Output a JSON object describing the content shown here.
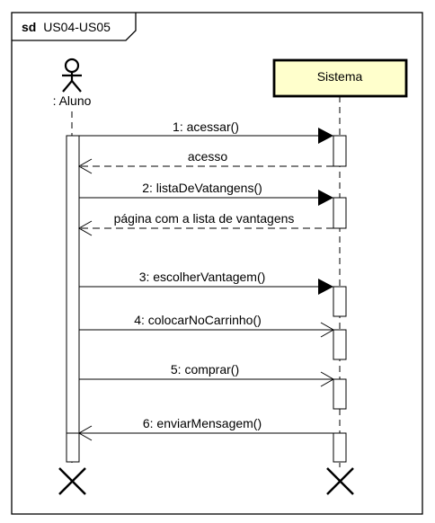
{
  "frame": {
    "keyword": "sd",
    "name": "US04-US05"
  },
  "actor": {
    "label": ": Aluno",
    "icon": "stick-figure-icon"
  },
  "system": {
    "label": "Sistema",
    "fill_color": "#ffffcc"
  },
  "messages": [
    {
      "label": "1: acessar()",
      "kind": "sync-call"
    },
    {
      "label": "acesso",
      "kind": "reply"
    },
    {
      "label": "2: listaDeVatangens()",
      "kind": "sync-call"
    },
    {
      "label": "página com a lista de vantagens",
      "kind": "reply"
    },
    {
      "label": "3: escolherVantagem()",
      "kind": "sync-call"
    },
    {
      "label": "4: colocarNoCarrinho()",
      "kind": "async-call"
    },
    {
      "label": "5: comprar()",
      "kind": "async-call"
    },
    {
      "label": "6: enviarMensagem()",
      "kind": "async-call"
    }
  ]
}
